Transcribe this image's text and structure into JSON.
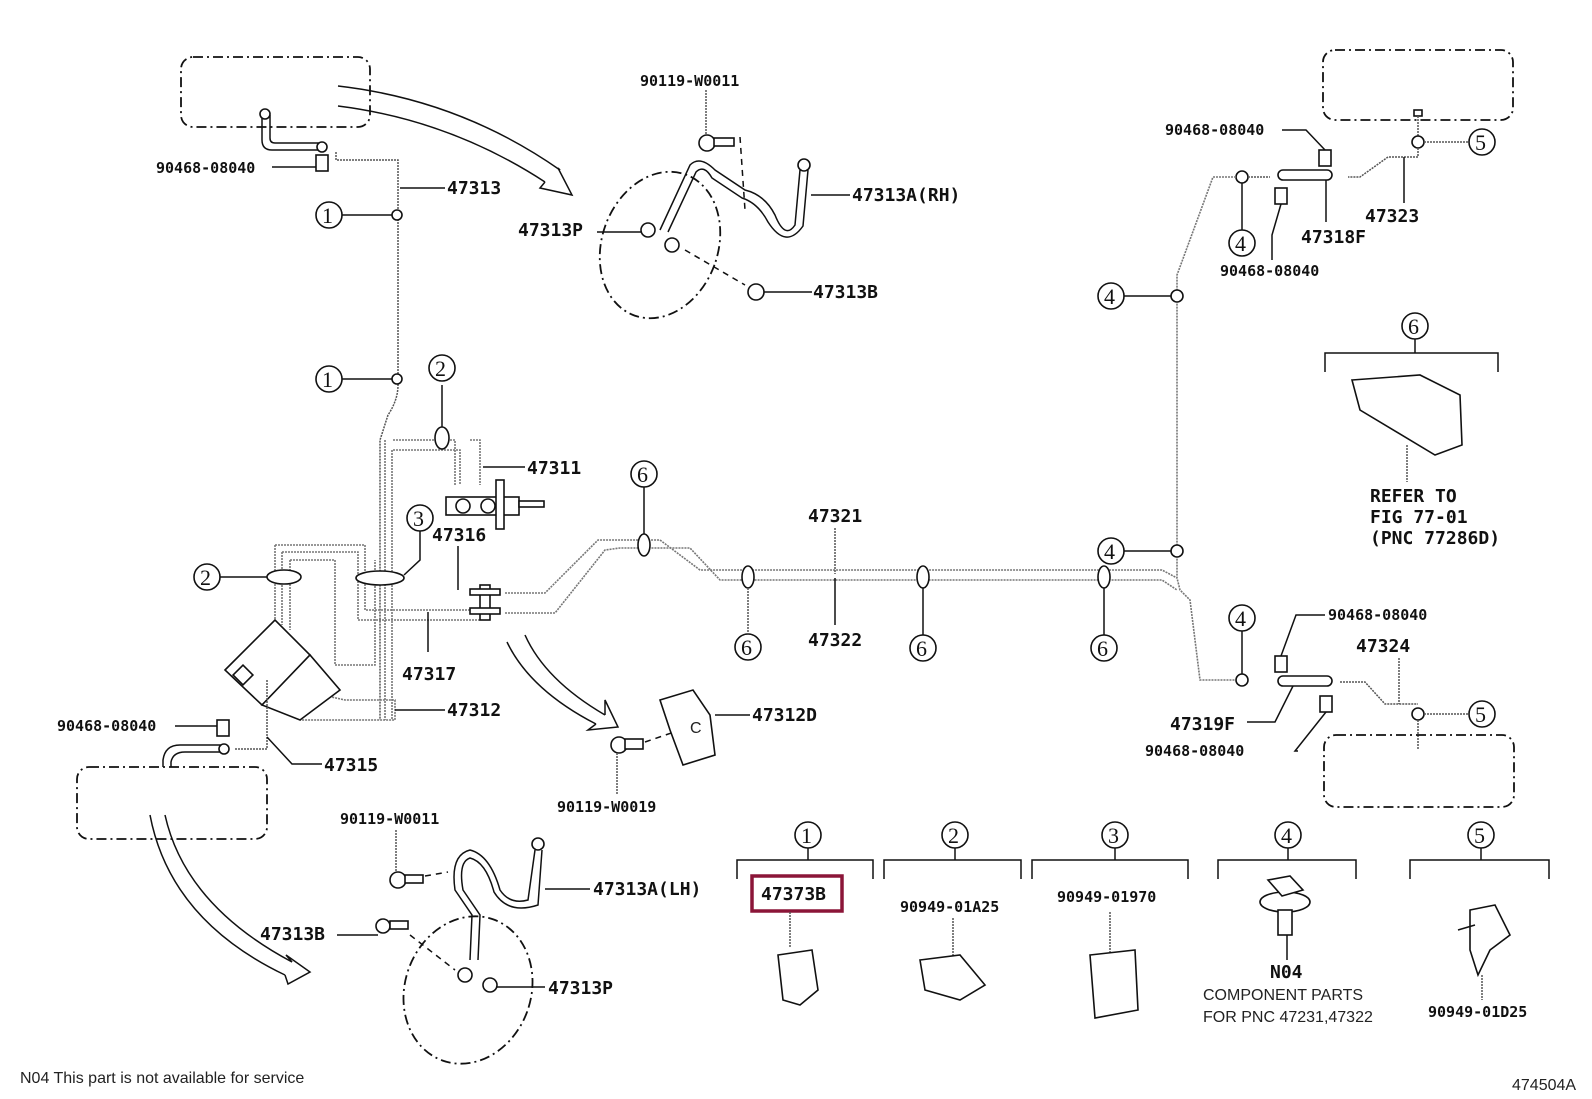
{
  "diagram": {
    "figure_id": "474504A",
    "footnote": "N04 This part is not available for service",
    "highlight_color": "#8b1538",
    "labels": {
      "p_90468_tl": "90468-08040",
      "p_47313": "47313",
      "p_90119_top": "90119-W0011",
      "p_47313A_RH": "47313A(RH)",
      "p_47313P_top": "47313P",
      "p_47313B_top": "47313B",
      "p_90468_tr1": "90468-08040",
      "p_90468_tr2": "90468-08040",
      "p_47318F": "47318F",
      "p_47323": "47323",
      "p_47311": "47311",
      "p_47316": "47316",
      "p_47321": "47321",
      "p_47322": "47322",
      "p_47317": "47317",
      "p_47312": "47312",
      "p_47312D": "47312D",
      "p_90119_w0019": "90119-W0019",
      "p_90468_bl": "90468-08040",
      "p_47315": "47315",
      "p_90119_bot": "90119-W0011",
      "p_47313A_LH": "47313A(LH)",
      "p_47313B_bot": "47313B",
      "p_47313P_bot": "47313P",
      "p_90468_br1": "90468-08040",
      "p_47324": "47324",
      "p_47319F": "47319F",
      "p_90468_br2": "90468-08040",
      "refer_line1": "REFER TO",
      "refer_line2": "FIG 77-01",
      "refer_line3": "(PNC 77286D)"
    },
    "callouts": {
      "c1": "1",
      "c2": "2",
      "c3": "3",
      "c4": "4",
      "c5": "5",
      "c6": "6"
    },
    "legend": [
      {
        "callout": "1",
        "part": "47373B",
        "highlighted": true
      },
      {
        "callout": "2",
        "part": "90949-01A25"
      },
      {
        "callout": "3",
        "part": "90949-01970"
      },
      {
        "callout": "4",
        "part": "N04",
        "note_line1": "COMPONENT PARTS",
        "note_line2": "FOR PNC 47231,47322"
      },
      {
        "callout": "5",
        "part": "90949-01D25"
      }
    ]
  }
}
